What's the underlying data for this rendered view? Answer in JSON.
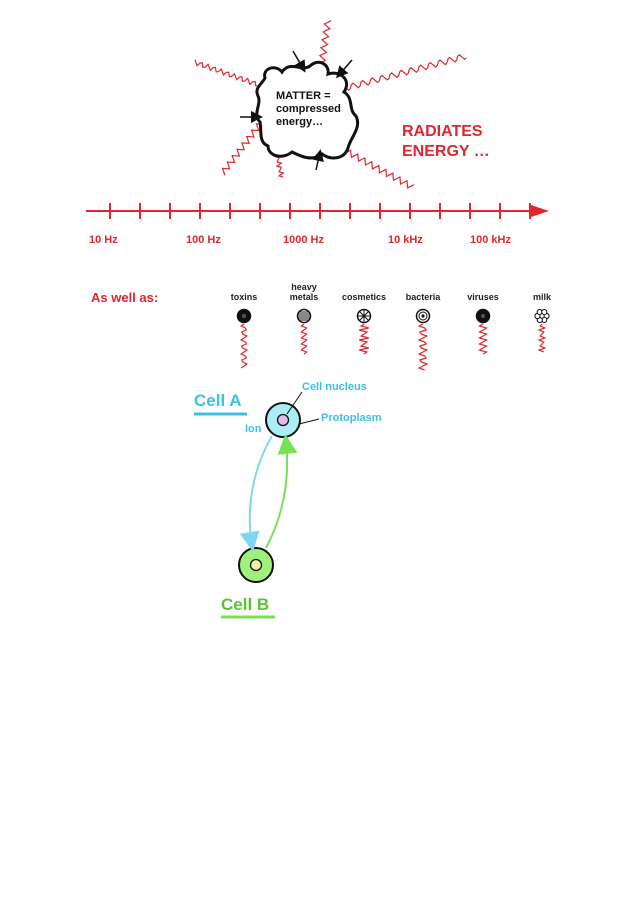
{
  "matter": {
    "line1": "MATTER =",
    "line2": "compressed",
    "line3": "energy…"
  },
  "radiates": {
    "line1": "RADIATES",
    "line2": "ENERGY …"
  },
  "frequency_axis": {
    "labels": [
      "10 Hz",
      "100 Hz",
      "1000 Hz",
      "10 kHz",
      "100 kHz"
    ]
  },
  "sources": {
    "title": "As well as:",
    "items": [
      {
        "label": "toxins",
        "icon": "toxin-icon"
      },
      {
        "label_top": "heavy",
        "label": "metals",
        "icon": "heavy-metals-icon"
      },
      {
        "label": "cosmetics",
        "icon": "cosmetics-icon"
      },
      {
        "label": "bacteria",
        "icon": "bacteria-icon"
      },
      {
        "label": "viruses",
        "icon": "virus-icon"
      },
      {
        "label": "milk",
        "icon": "milk-icon"
      }
    ]
  },
  "cells": {
    "cell_a": "Cell A",
    "cell_b": "Cell B",
    "nucleus": "Cell nucleus",
    "protoplasm": "Protoplasm",
    "ion": "Ion"
  },
  "colors": {
    "red": "#e0262e",
    "cyan": "#3cc0e6",
    "green": "#5cc23a",
    "cell_a_fill": "#a8eef4",
    "cell_b_fill": "#9ff07c"
  }
}
